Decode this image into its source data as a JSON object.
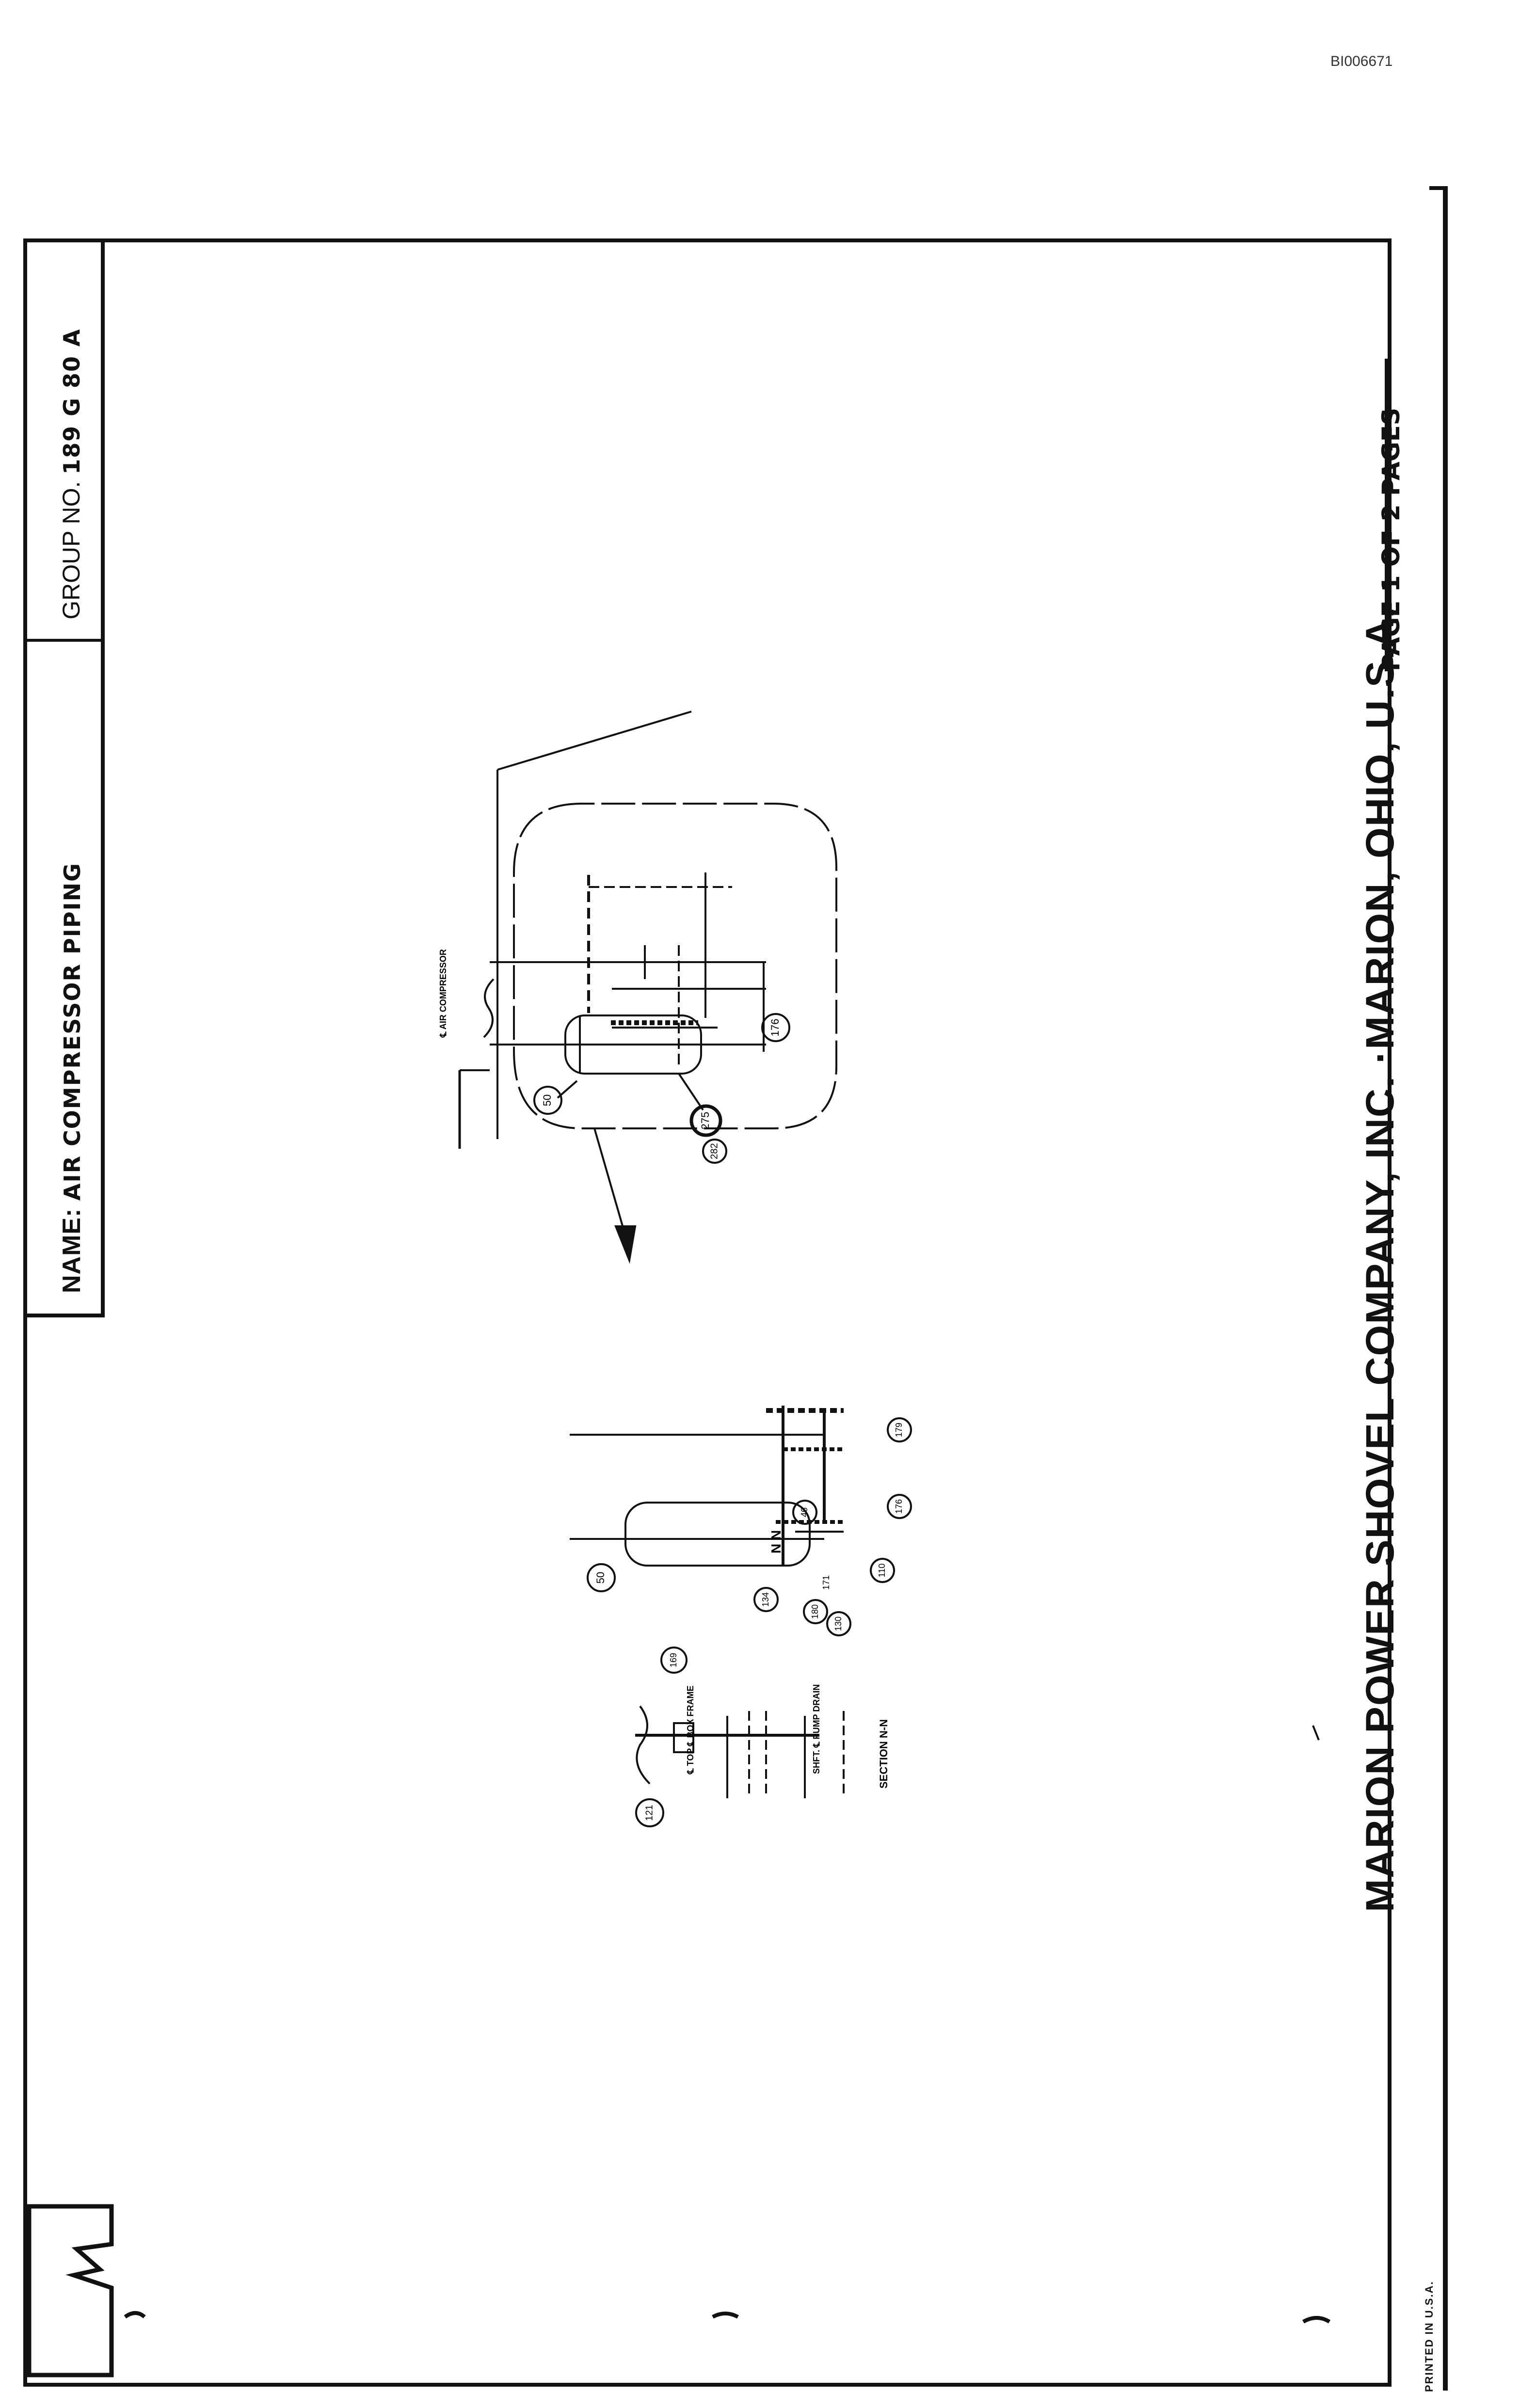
{
  "document": {
    "doc_id": "BI006671",
    "name_label": "NAME:",
    "name_value": "AIR COMPRESSOR PIPING",
    "group_label": "GROUP NO.",
    "group_value": "189 G 80 A",
    "company": "MARION POWER SHOVEL COMPANY, INC. ·MARION, OHIO, U.S.A.",
    "page": "PAGE 1 OF 2 PAGES",
    "printed": "PRINTED IN U.S.A."
  },
  "drawing": {
    "upper_view_labels": {
      "compressor_note": "℄ AIR COMPRESSOR",
      "tank": "50",
      "callout_275": "275",
      "callout_282": "282",
      "callout_176": "176"
    },
    "lower_view_labels": {
      "tank": "50",
      "section_mark": "N N",
      "callouts": [
        "134",
        "180",
        "171",
        "130",
        "46",
        "110",
        "176",
        "179",
        "121",
        "169"
      ],
      "note_frame": "℄ TOP ℄ BOX FRAME",
      "note_drain": "SHFT. ℄ PUMP DRAIN",
      "section_title": "SECTION N-N"
    }
  },
  "icons": [
    "logo-icon"
  ]
}
